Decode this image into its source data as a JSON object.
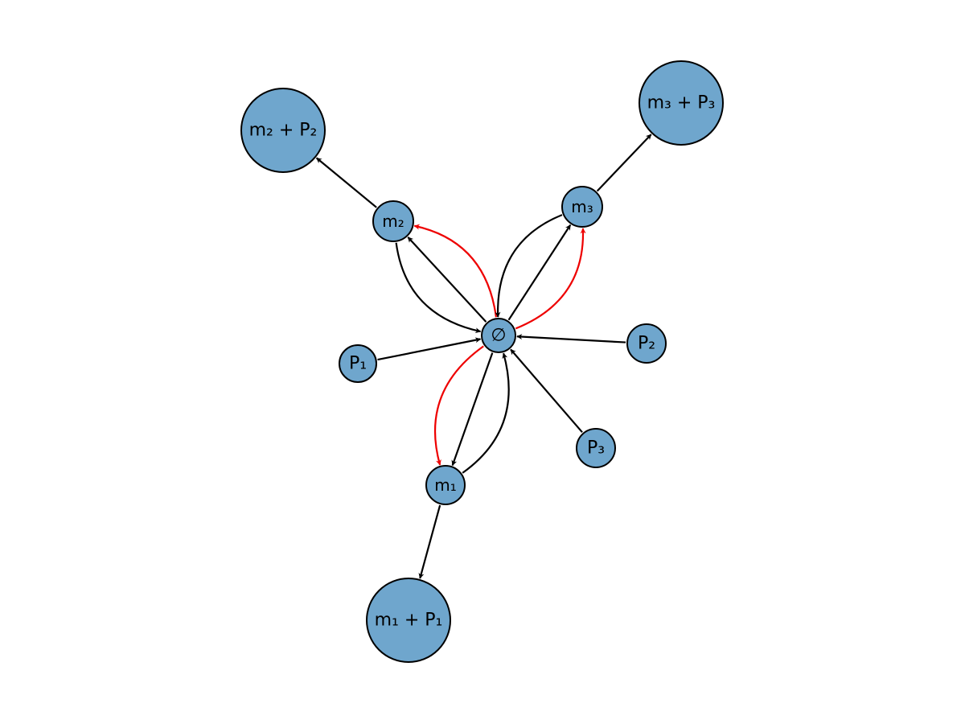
{
  "colors": {
    "node_fill": "#6fa6cd",
    "node_stroke": "#000000",
    "edge_default": "#000000",
    "edge_highlight": "#ee0000"
  },
  "nodes": [
    {
      "id": "empty",
      "label": "∅"
    },
    {
      "id": "m1",
      "label": "m₁"
    },
    {
      "id": "m2",
      "label": "m₂"
    },
    {
      "id": "m3",
      "label": "m₃"
    },
    {
      "id": "P1",
      "label": "P₁"
    },
    {
      "id": "P2",
      "label": "P₂"
    },
    {
      "id": "P3",
      "label": "P₃"
    },
    {
      "id": "m1P1",
      "label": "m₁ + P₁"
    },
    {
      "id": "m2P2",
      "label": "m₂ + P₂"
    },
    {
      "id": "m3P3",
      "label": "m₃ + P₃"
    }
  ],
  "edges": [
    {
      "from": "empty",
      "to": "m1",
      "color": "black"
    },
    {
      "from": "m1",
      "to": "empty",
      "color": "black"
    },
    {
      "from": "empty",
      "to": "m1",
      "color": "red"
    },
    {
      "from": "empty",
      "to": "m2",
      "color": "black"
    },
    {
      "from": "m2",
      "to": "empty",
      "color": "black"
    },
    {
      "from": "empty",
      "to": "m2",
      "color": "red"
    },
    {
      "from": "empty",
      "to": "m3",
      "color": "black"
    },
    {
      "from": "m3",
      "to": "empty",
      "color": "black"
    },
    {
      "from": "empty",
      "to": "m3",
      "color": "red"
    },
    {
      "from": "P1",
      "to": "empty",
      "color": "black"
    },
    {
      "from": "P2",
      "to": "empty",
      "color": "black"
    },
    {
      "from": "P3",
      "to": "empty",
      "color": "black"
    },
    {
      "from": "m1",
      "to": "m1P1",
      "color": "black"
    },
    {
      "from": "m2",
      "to": "m2P2",
      "color": "black"
    },
    {
      "from": "m3",
      "to": "m3P3",
      "color": "black"
    }
  ]
}
